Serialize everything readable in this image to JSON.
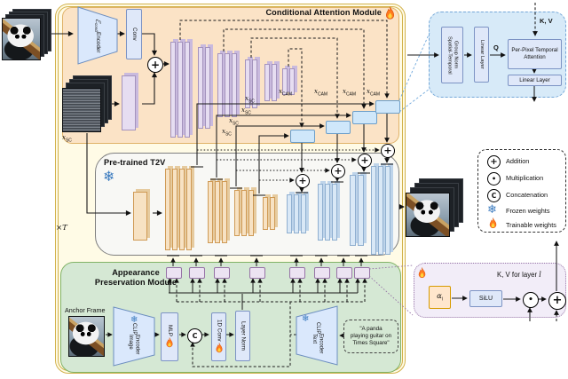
{
  "cam": {
    "title": "Conditional Attention Module",
    "encoder_symbol": "ℰ",
    "encoder_symbol_sub": "cond",
    "encoder_label": "Encoder",
    "conv_label": "Conv",
    "x_cam_base": "x",
    "x_cam_sub": "CAM",
    "x_sc_base": "x",
    "x_sc_sub": "SC"
  },
  "t2v": {
    "title": "Pre-trained T2V",
    "repeat_label": "×T"
  },
  "apm": {
    "title_l1": "Appearance",
    "title_l2": "Preservation Module",
    "anchor_frame_label": "Anchor Frame",
    "clip_image_l1": "CLIP",
    "clip_image_l2": "Image Encoder",
    "mlp_label": "MLP",
    "conv1d_label": "1D Conv",
    "layer_norm_label": "Layer Norm",
    "clip_text_l1": "CLIP",
    "clip_text_l2": "Text Encoder",
    "prompt_l1": "\"A panda",
    "prompt_l2": "playing guitar on",
    "prompt_l3": "Times Square\""
  },
  "attention_panel": {
    "group_norm_l1": "Spatial-Temporal",
    "group_norm_l2": "Group Norm",
    "linear_layer": "Linear Layer",
    "q_label": "Q",
    "kv_label": "K, V",
    "attention_l1": "Per-Pixel Temporal",
    "attention_l2": "Attention",
    "linear_layer2": "Linear Layer"
  },
  "kv_panel": {
    "title_prefix": "K, V for layer ",
    "title_var": "l",
    "alpha_base": "α",
    "alpha_sub": "l",
    "silu_label": "SiLU"
  },
  "legend": {
    "items": [
      {
        "icon": "plus-circle",
        "label": "Addition"
      },
      {
        "icon": "dot-circle",
        "label": "Multiplication"
      },
      {
        "icon": "c-circle",
        "label": "Concatenation"
      },
      {
        "icon": "snowflake",
        "label": "Frozen weights"
      },
      {
        "icon": "flame",
        "label": "Trainable weights"
      }
    ]
  },
  "ops": {
    "add": "+",
    "multiply": "•",
    "concatenate": "C"
  },
  "icons": {
    "snowflake": "❄"
  }
}
